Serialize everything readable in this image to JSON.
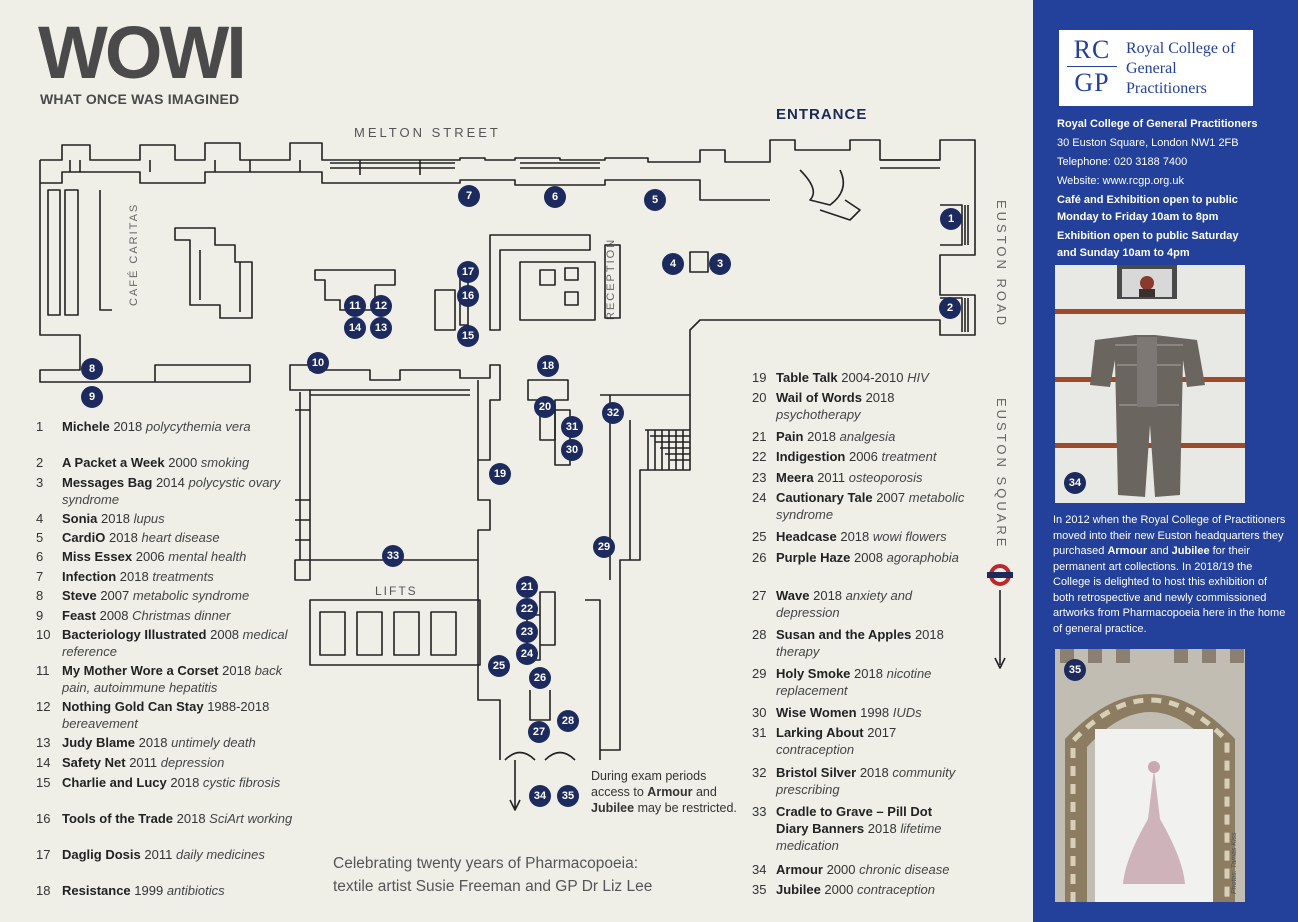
{
  "header": {
    "logo": "WOWI",
    "tagline": "WHAT ONCE WAS IMAGINED"
  },
  "map_labels": {
    "melton_street": "MELTON STREET",
    "entrance": "ENTRANCE",
    "cafe_caritas": "CAFÉ CARITAS",
    "reception": "RECEPTION",
    "euston_road": "EUSTON ROAD",
    "euston_square": "EUSTON SQUARE",
    "lifts": "LIFTS"
  },
  "markers": [
    {
      "n": "1"
    },
    {
      "n": "2"
    },
    {
      "n": "3"
    },
    {
      "n": "4"
    },
    {
      "n": "5"
    },
    {
      "n": "6"
    },
    {
      "n": "7"
    },
    {
      "n": "8"
    },
    {
      "n": "9"
    },
    {
      "n": "10"
    },
    {
      "n": "11"
    },
    {
      "n": "12"
    },
    {
      "n": "13"
    },
    {
      "n": "14"
    },
    {
      "n": "15"
    },
    {
      "n": "16"
    },
    {
      "n": "17"
    },
    {
      "n": "18"
    },
    {
      "n": "19"
    },
    {
      "n": "20"
    },
    {
      "n": "21"
    },
    {
      "n": "22"
    },
    {
      "n": "23"
    },
    {
      "n": "24"
    },
    {
      "n": "25"
    },
    {
      "n": "26"
    },
    {
      "n": "27"
    },
    {
      "n": "28"
    },
    {
      "n": "29"
    },
    {
      "n": "30"
    },
    {
      "n": "31"
    },
    {
      "n": "32"
    },
    {
      "n": "33"
    },
    {
      "n": "34"
    },
    {
      "n": "35"
    }
  ],
  "legend": [
    {
      "n": "1",
      "title": "Michele",
      "year": "2018",
      "desc": "polycythemia vera"
    },
    {
      "n": "2",
      "title": "A Packet a Week",
      "year": "2000",
      "desc": "smoking"
    },
    {
      "n": "3",
      "title": "Messages Bag",
      "year": "2014",
      "desc": "polycystic ovary syndrome"
    },
    {
      "n": "4",
      "title": "Sonia",
      "year": "2018",
      "desc": "lupus"
    },
    {
      "n": "5",
      "title": "CardiO",
      "year": "2018",
      "desc": "heart disease"
    },
    {
      "n": "6",
      "title": "Miss Essex",
      "year": "2006",
      "desc": "mental health"
    },
    {
      "n": "7",
      "title": "Infection",
      "year": "2018",
      "desc": "treatments"
    },
    {
      "n": "8",
      "title": "Steve",
      "year": "2007",
      "desc": "metabolic syndrome"
    },
    {
      "n": "9",
      "title": "Feast",
      "year": "2008",
      "desc": "Christmas dinner"
    },
    {
      "n": "10",
      "title": "Bacteriology Illustrated",
      "year": "2008",
      "desc": "medical reference"
    },
    {
      "n": "11",
      "title": "My Mother Wore a Corset",
      "year": "2018",
      "desc": "back pain, autoimmune hepatitis"
    },
    {
      "n": "12",
      "title": "Nothing Gold Can Stay",
      "year": "1988-2018",
      "desc": "bereavement"
    },
    {
      "n": "13",
      "title": "Judy Blame",
      "year": "2018",
      "desc": "untimely death"
    },
    {
      "n": "14",
      "title": "Safety Net",
      "year": "2011",
      "desc": "depression"
    },
    {
      "n": "15",
      "title": "Charlie and Lucy",
      "year": "2018",
      "desc": "cystic fibrosis"
    },
    {
      "n": "16",
      "title": "Tools of the Trade",
      "year": "2018",
      "desc": "SciArt working"
    },
    {
      "n": "17",
      "title": "Daglig Dosis",
      "year": "2011",
      "desc": "daily medicines"
    },
    {
      "n": "18",
      "title": "Resistance",
      "year": "1999",
      "desc": "antibiotics"
    },
    {
      "n": "19",
      "title": "Table Talk",
      "year": "2004-2010",
      "desc": "HIV"
    },
    {
      "n": "20",
      "title": "Wail of Words",
      "year": "2018",
      "desc": "psychotherapy"
    },
    {
      "n": "21",
      "title": "Pain",
      "year": "2018",
      "desc": "analgesia"
    },
    {
      "n": "22",
      "title": "Indigestion",
      "year": "2006",
      "desc": "treatment"
    },
    {
      "n": "23",
      "title": "Meera",
      "year": "2011",
      "desc": "osteoporosis"
    },
    {
      "n": "24",
      "title": "Cautionary Tale",
      "year": "2007",
      "desc": "metabolic syndrome"
    },
    {
      "n": "25",
      "title": "Headcase",
      "year": "2018",
      "desc": "wowi flowers"
    },
    {
      "n": "26",
      "title": "Purple Haze",
      "year": "2008",
      "desc": "agoraphobia"
    },
    {
      "n": "27",
      "title": "Wave",
      "year": "2018",
      "desc": "anxiety and depression"
    },
    {
      "n": "28",
      "title": "Susan and the Apples",
      "year": "2018",
      "desc": "therapy"
    },
    {
      "n": "29",
      "title": "Holy Smoke",
      "year": "2018",
      "desc": "nicotine replacement"
    },
    {
      "n": "30",
      "title": "Wise Women",
      "year": "1998",
      "desc": "IUDs"
    },
    {
      "n": "31",
      "title": "Larking About",
      "year": "2017",
      "desc": "contraception"
    },
    {
      "n": "32",
      "title": "Bristol Silver",
      "year": "2018",
      "desc": "community prescribing"
    },
    {
      "n": "33",
      "title": "Cradle to Grave – Pill Dot Diary Banners",
      "year": "2018",
      "desc": "lifetime medication"
    },
    {
      "n": "34",
      "title": "Armour",
      "year": "2000",
      "desc": "chronic disease"
    },
    {
      "n": "35",
      "title": "Jubilee",
      "year": "2000",
      "desc": "contraception"
    }
  ],
  "note": {
    "pre": "During exam periods access to",
    "armour": "Armour",
    "mid": "and",
    "jubilee": "Jubilee",
    "post": "may be restricted."
  },
  "footer": {
    "line1": "Celebrating twenty years of Pharmacopoeia:",
    "line2": "textile artist Susie Freeman and GP Dr Liz Lee"
  },
  "panel": {
    "logo_mark_top": "RC",
    "logo_mark_bottom": "GP",
    "logo_name_1": "Royal College of",
    "logo_name_2": "General Practitioners",
    "org": "Royal College of General Practitioners",
    "address": "30 Euston Square, London NW1 2FB",
    "telephone": "Telephone: 020 3188 7400",
    "website": "Website: www.rcgp.org.uk",
    "hours1_a": "Café and Exhibition open to public",
    "hours1_b": "Monday to Friday 10am to 8pm",
    "hours2_a": "Exhibition open to public Saturday",
    "hours2_b": "and Sunday 10am to 4pm",
    "photo1_marker": "34",
    "photo2_marker": "35",
    "story_1": "In 2012 when the Royal College of Practitioners moved into their new Euston headquarters they purchased",
    "story_armour": "Armour",
    "story_and": "and",
    "story_jubilee": "Jubilee",
    "story_2": "for their permanent art collections. In 2018/19 the College is delighted to host this exhibition of both retrospective and newly commissioned artworks from Pharmacopoeia here in the home of general practice.",
    "credit": "Photos: Tamás Kiss"
  },
  "colors": {
    "navy_marker": "#1c2a5e",
    "panel_blue": "#23409b",
    "paper": "#efefe8"
  }
}
